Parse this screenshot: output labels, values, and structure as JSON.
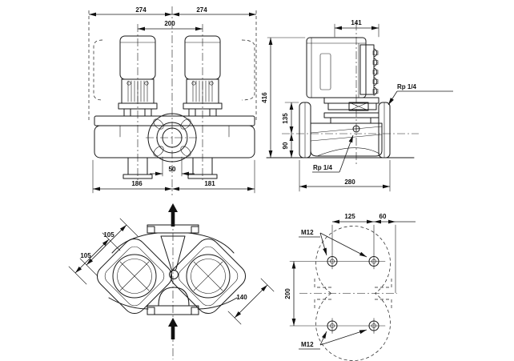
{
  "views": {
    "front": {
      "dim_width_left": "274",
      "dim_width_right": "274",
      "dim_motor_spacing": "200",
      "dim_port_offset": "50",
      "dim_left": "186",
      "dim_right": "181"
    },
    "side": {
      "dim_motor_width": "141",
      "dim_total_height": "416",
      "dim_flange_to_axis": "135",
      "dim_axis_to_base": "90",
      "dim_port_to_port": "280",
      "plug_top": "Rp 1/4",
      "plug_center": "Rp 1/4"
    },
    "top": {
      "dim_offset_outer": "105",
      "dim_offset_inner": "105",
      "dim_motor_diag": "140"
    },
    "foundation": {
      "dim_bolt_spacing_x": "125",
      "dim_bolt_to_axis": "60",
      "dim_bolt_spacing_y": "200",
      "bolt_size_top": "M12",
      "bolt_size_bottom": "M12"
    }
  },
  "colors": {
    "line": "#1a1a1a",
    "background": "#ffffff"
  }
}
